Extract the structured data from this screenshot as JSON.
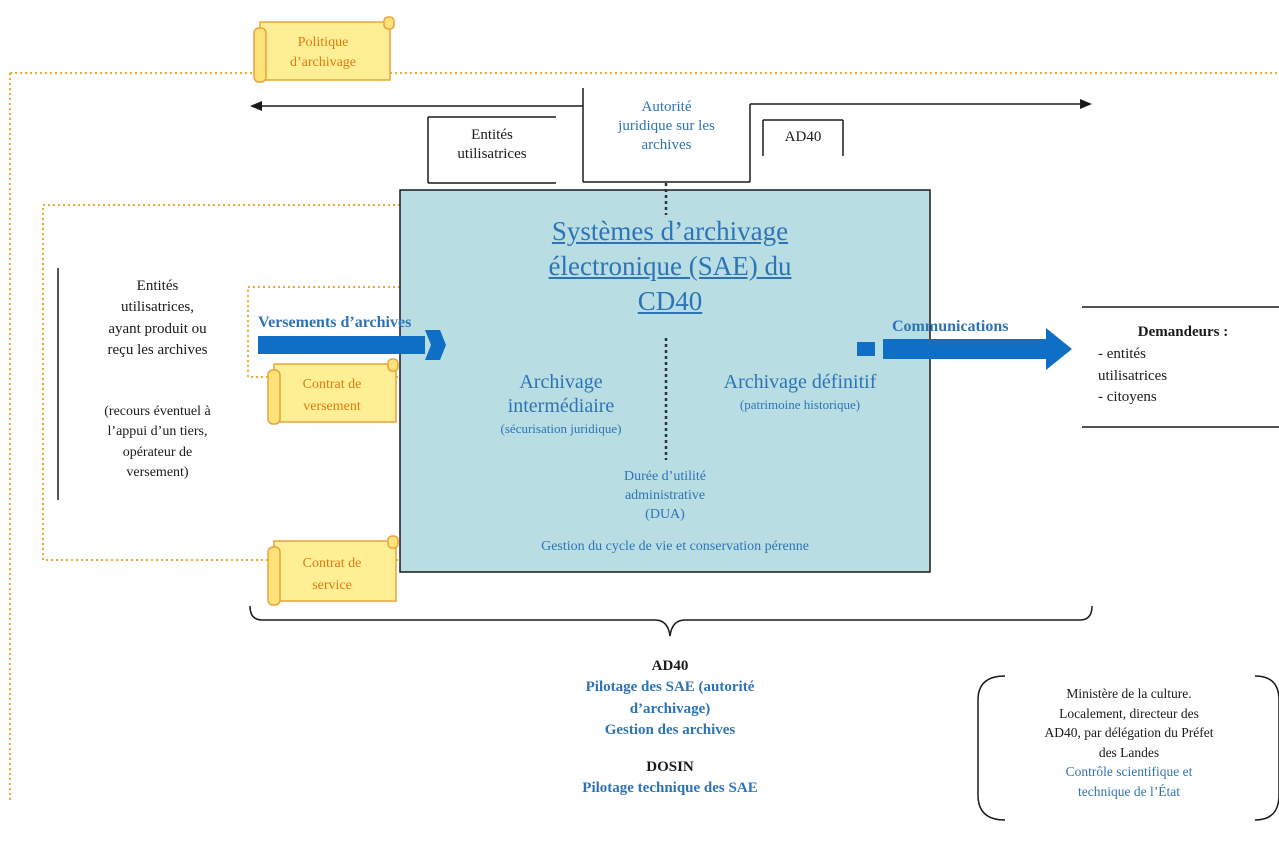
{
  "colors": {
    "box_fill": "#b8dde3",
    "arrow_blue": "#0f6fc6",
    "text_blue": "#2e74b5",
    "scroll_fill": "#ffef94",
    "scroll_border": "#e8a33c",
    "dotted_orange": "#f0a830"
  },
  "scrolls": {
    "politique": {
      "line1": "Politique",
      "line2": "d’archivage"
    },
    "versement": {
      "line1": "Contrat de",
      "line2": "versement"
    },
    "service": {
      "line1": "Contrat de",
      "line2": "service"
    }
  },
  "top": {
    "entites": {
      "line1": "Entités",
      "line2": "utilisatrices"
    },
    "autorite": {
      "line1": "Autorité",
      "line2": "juridique sur les",
      "line3": "archives"
    },
    "ad40": "AD40"
  },
  "sae": {
    "title_line1": "Systèmes d’archivage",
    "title_line2": "électronique (SAE) du",
    "title_line3": "CD40",
    "inter_line1": "Archivage",
    "inter_line2": "intermédiaire",
    "inter_note": "(sécurisation juridique)",
    "definitif": "Archivage définitif",
    "definitif_note": "(patrimoine historique)",
    "dua_line1": "Durée d’utilité",
    "dua_line2": "administrative",
    "dua_line3": "(DUA)",
    "gestion": "Gestion du cycle de vie et conservation pérenne"
  },
  "left": {
    "line1": "Entités",
    "line2": "utilisatrices,",
    "line3": "ayant produit ou",
    "line4": "reçu les archives",
    "note1": "(recours éventuel à",
    "note2": "l’appui d’un tiers,",
    "note3": "opérateur de",
    "note4": "versement)"
  },
  "flows": {
    "versements": "Versements d’archives",
    "communications": "Communications"
  },
  "right": {
    "title": "Demandeurs :",
    "item1": "- entités",
    "item1b": "utilisatrices",
    "item2": "- citoyens"
  },
  "bottom": {
    "ad40": "AD40",
    "pilotage1": "Pilotage des SAE (autorité",
    "pilotage2": "d’archivage)",
    "gestion": "Gestion des archives",
    "dosin": "DOSIN",
    "pilotage_tech": "Pilotage technique des SAE"
  },
  "ministere": {
    "line1": "Ministère de la culture.",
    "line2": "Localement, directeur des",
    "line3": "AD40, par délégation du Préfet",
    "line4": "des Landes",
    "blue1": "Contrôle scientifique et",
    "blue2": "technique de l’État"
  }
}
